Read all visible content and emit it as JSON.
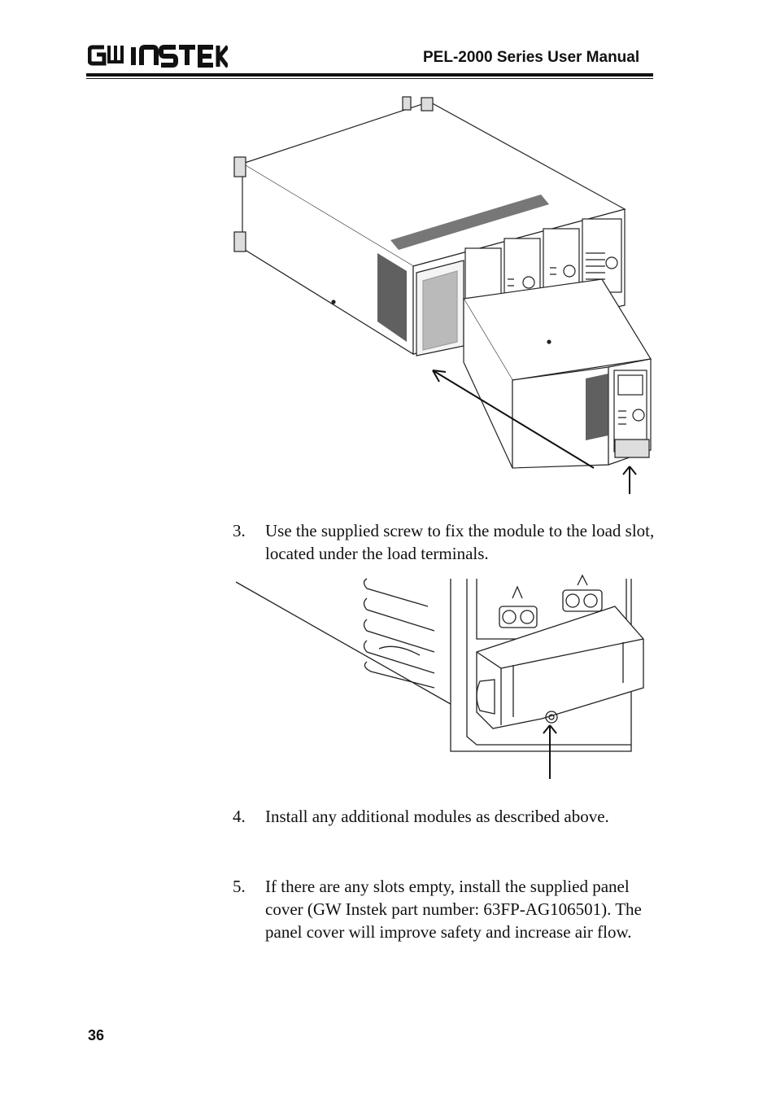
{
  "header": {
    "logo_text": "GW INSTEK",
    "manual_title": "PEL-2000 Series User Manual"
  },
  "steps": [
    {
      "number": "3.",
      "text": "Use the supplied screw to fix the module to the load slot, located under the load terminals."
    },
    {
      "number": "4.",
      "text": "Install any additional modules as described above."
    },
    {
      "number": "5.",
      "text": "If there are any slots empty, install the supplied panel cover (GW Instek part number: 63FP-AG106501). The panel cover will improve safety and increase air flow."
    }
  ],
  "footer": {
    "page_number": "36"
  }
}
